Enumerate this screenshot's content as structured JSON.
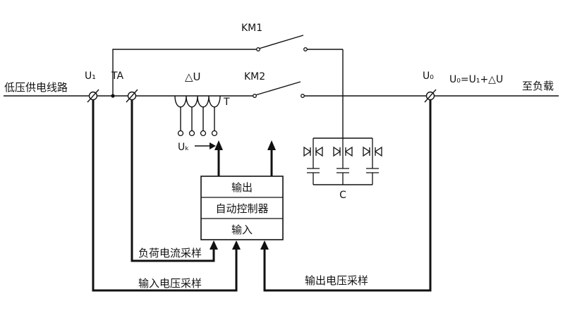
{
  "labels": {
    "supply_line": "低压供电线路",
    "u1": "U₁",
    "ta": "TA",
    "delta_u": "△U",
    "km1": "KM1",
    "km2": "KM2",
    "t": "T",
    "uk": "Uₖ",
    "u0": "U₀",
    "equation": "U₀=U₁+△U",
    "to_load": "至负载",
    "c": "C"
  },
  "controller": {
    "row_output": "输出",
    "row_name": "自动控制器",
    "row_input": "输入"
  },
  "sampling": {
    "load_current": "负荷电流采样",
    "input_voltage": "输入电压采样",
    "output_voltage": "输出电压采样"
  },
  "colors": {
    "line": "#111111",
    "background": "#ffffff"
  }
}
